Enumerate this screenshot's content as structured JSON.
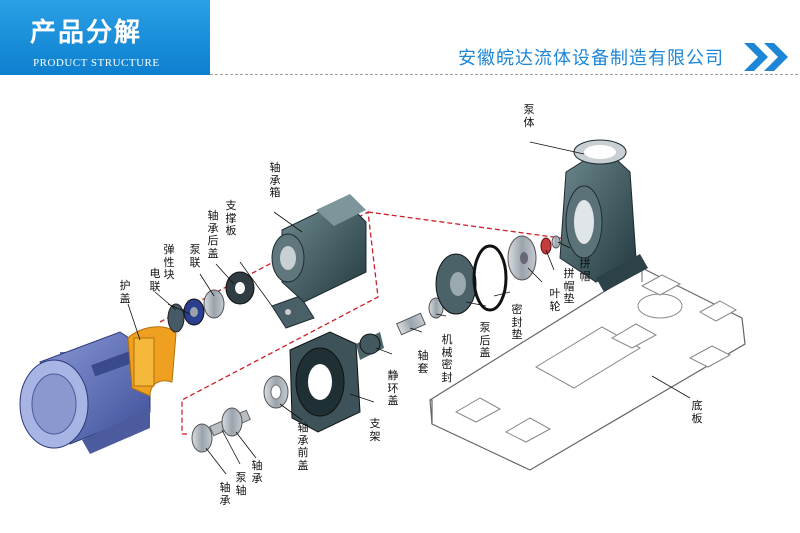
{
  "header": {
    "title": "产品分解",
    "subtitle": "PRODUCT STRUCTURE",
    "company": "安徽皖达流体设备制造有限公司"
  },
  "labels": {
    "pump_body": "泵体",
    "bearing_box": "轴承箱",
    "support_plate": "支撑板",
    "bearing_rear_cover": "轴承后盖",
    "pump_coupling": "泵联",
    "elastic_block": "弹性块",
    "motor_coupling": "电联",
    "guard": "护盖",
    "lock_nut": "拼帽",
    "lock_nut_pad": "拼帽垫",
    "impeller": "叶轮",
    "seal_gasket": "密封垫",
    "pump_rear_cover": "泵后盖",
    "mechanical_seal": "机械密封",
    "shaft_sleeve": "轴套",
    "static_ring_cover": "静环盖",
    "bracket": "支架",
    "bearing_front_cover": "轴承前盖",
    "bearing_a": "轴承",
    "pump_shaft": "泵轴",
    "bearing_b": "轴承",
    "base_plate": "底板"
  },
  "colors": {
    "brand_blue": "#1d86d6",
    "title_blue": "#1a8fdc",
    "guide_red": "#cc1f2a",
    "motor_blue": "#5a6db8",
    "guard_orange": "#f0a020",
    "cast_teal": "#3c5a60"
  }
}
